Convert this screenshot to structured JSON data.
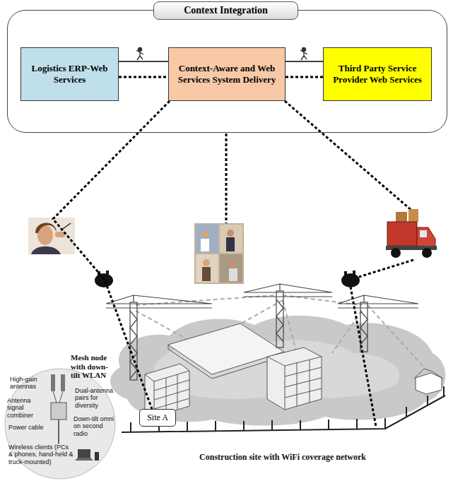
{
  "diagram": {
    "nodes": [
      {
        "text": [
          "Context Integration"
        ]
      },
      {
        "text": [
          "Logistics ERP-Web Services"
        ],
        "in": 0
      },
      {
        "text": [
          "Context-Aware and Web Services System Delivery"
        ],
        "in": 0
      },
      {
        "text": [
          "Third Party Service Provider Web Services"
        ],
        "in": 0
      },
      {
        "text": [
          "Site A"
        ]
      }
    ],
    "edges": [
      {
        "from": 1,
        "to": 2,
        "arrow": "none"
      },
      {
        "from": 1,
        "to": 2,
        "arrow": "none"
      },
      {
        "from": 2,
        "to": 3,
        "arrow": "none"
      },
      {
        "from": 2,
        "to": 3,
        "arrow": "none"
      },
      {
        "from": 2,
        "to": 4,
        "arrow": "none"
      }
    ],
    "labels": [
      "Mesh node with down-tilt WLAN",
      "High-gain antennas",
      "Antenna signal combiner",
      "Dual-antenna pairs for diversity",
      "Down-tilt omni on second radio",
      "Power cable",
      "Wireless clients (PCs & phones, hand-held & truck-mounted)",
      "Construction site with WiFi coverage network"
    ]
  }
}
